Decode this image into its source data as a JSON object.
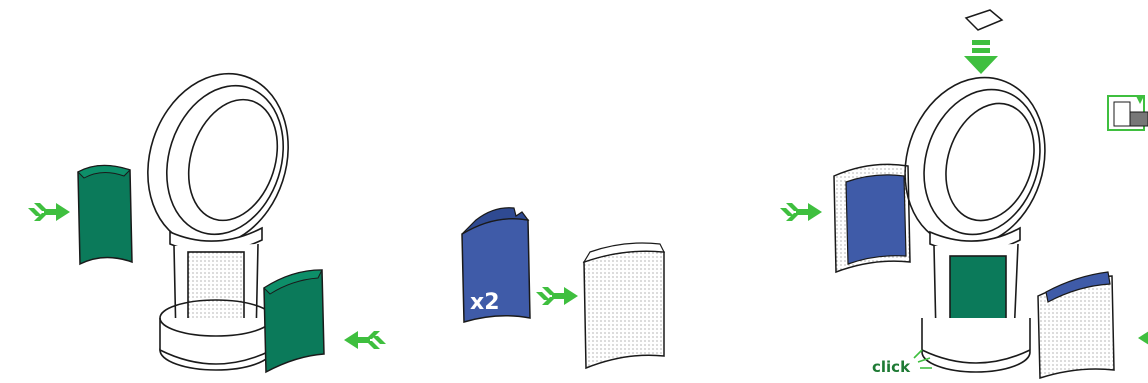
{
  "panels": [
    {
      "id": "remove-filters",
      "label": ""
    },
    {
      "id": "filter-assembly",
      "badge": "x2"
    },
    {
      "id": "refit-filters",
      "callout": "click"
    }
  ],
  "colors": {
    "inner_filter_green": "#0b7a5a",
    "filter_blue": "#3f5ba8",
    "arrow_green": "#3fbf3f",
    "outline": "#1a1a1a"
  },
  "icons": [
    "arrow-right-icon",
    "arrow-left-icon",
    "arrow-down-icon",
    "wall-plug-icon"
  ]
}
